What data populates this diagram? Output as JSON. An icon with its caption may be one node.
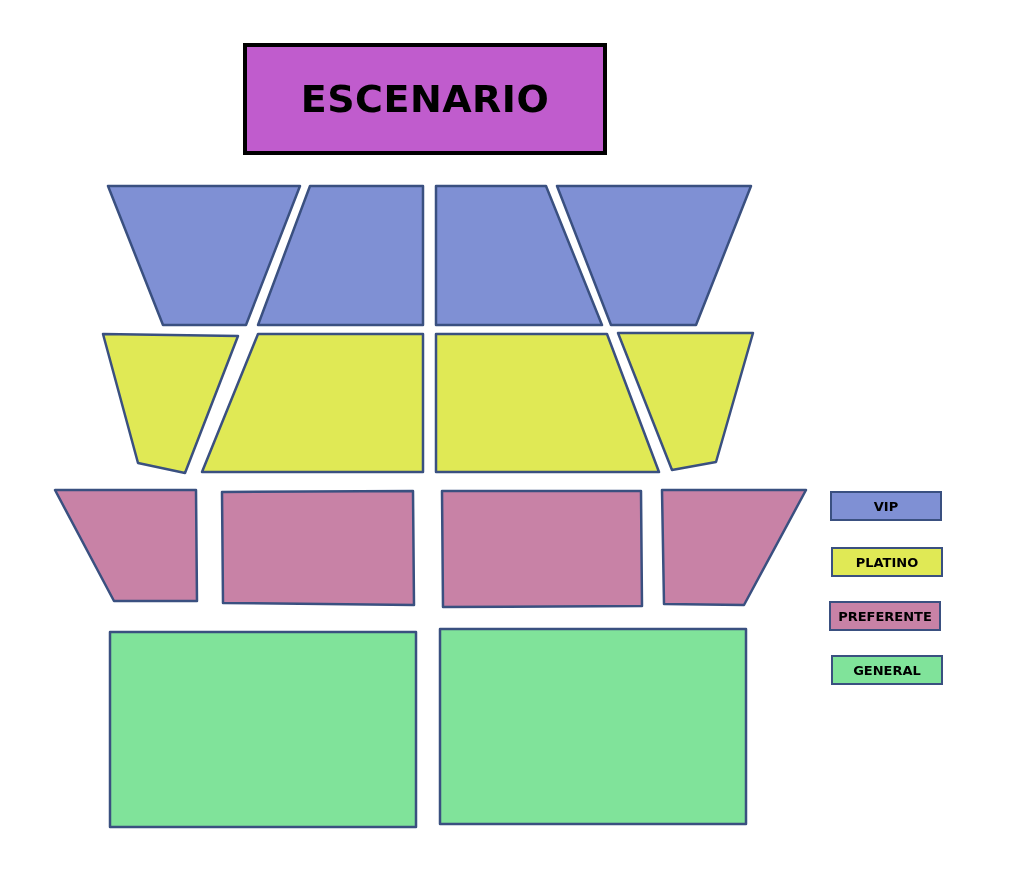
{
  "diagram": {
    "nodes": [
      {
        "text": [
          "ESCENARIO"
        ]
      },
      {
        "text": [],
        "shape": "box"
      },
      {
        "text": [],
        "shape": "box"
      },
      {
        "text": [],
        "shape": "box"
      },
      {
        "text": [],
        "shape": "box"
      },
      {
        "text": [],
        "shape": "box"
      },
      {
        "text": [],
        "shape": "box"
      },
      {
        "text": [],
        "shape": "box"
      },
      {
        "text": [],
        "shape": "box"
      },
      {
        "text": [],
        "shape": "box"
      },
      {
        "text": [],
        "shape": "box"
      },
      {
        "text": [],
        "shape": "box"
      },
      {
        "text": [],
        "shape": "box"
      },
      {
        "text": [],
        "shape": "box"
      },
      {
        "text": [],
        "shape": "box"
      }
    ],
    "legend": [
      {
        "text": "VIP",
        "color": "#7f90d4"
      },
      {
        "text": "PLATINO",
        "color": "#e0e955"
      },
      {
        "text": "PREFERENTE",
        "color": "#c882a6"
      },
      {
        "text": "GENERAL",
        "color": "#80e39a"
      }
    ]
  }
}
